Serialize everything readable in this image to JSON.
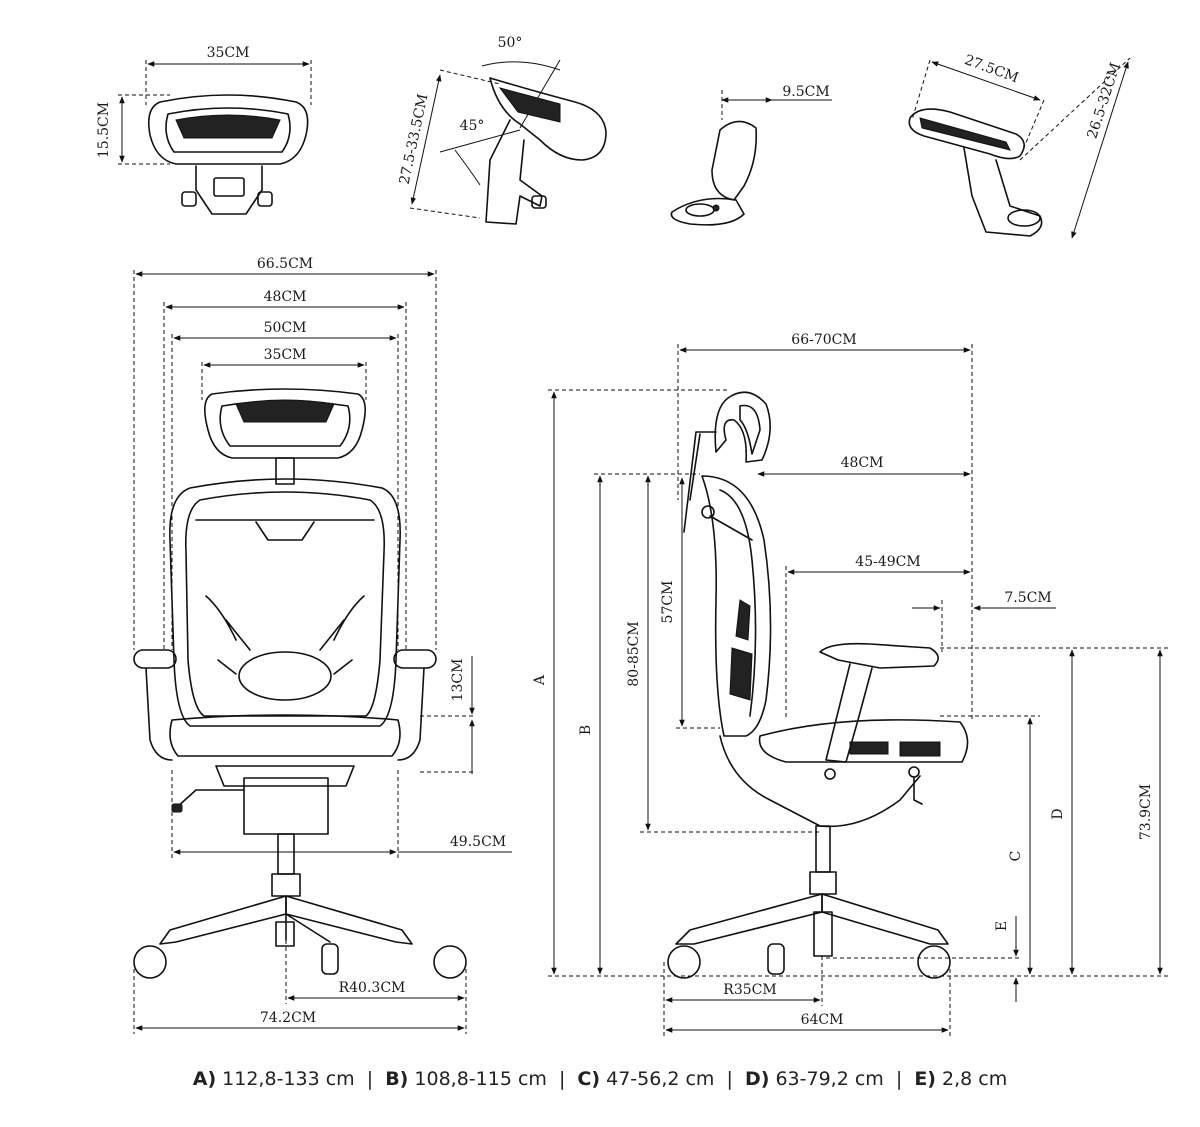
{
  "dimensions": {
    "headrest_width": "35CM",
    "headrest_height": "15.5CM",
    "headrest_angle_top": "50°",
    "headrest_angle_bottom": "45°",
    "headrest_adjust_height": "27.5-33.5CM",
    "lumbar_depth": "9.5CM",
    "armrest_length": "27.5CM",
    "armrest_height_range": "26.5-32CM",
    "front_overall_width": "66.5CM",
    "front_width_48": "48CM",
    "front_width_50": "50CM",
    "front_backrest_width": "35CM",
    "front_arm_to_seat": "13CM",
    "front_seat_width": "49.5CM",
    "front_base_radius": "R40.3CM",
    "front_base_diameter": "74.2CM",
    "side_overall_depth": "66-70CM",
    "side_48": "48CM",
    "side_seat_depth": "45-49CM",
    "side_arm_offset": "7.5CM",
    "side_backrest_height": "57CM",
    "side_back_range": "80-85CM",
    "side_total_height": "73.9CM",
    "side_base_radius": "R35CM",
    "side_base_diameter": "64CM",
    "label_a": "A",
    "label_b": "B",
    "label_c": "C",
    "label_d": "D",
    "label_e": "E"
  },
  "legend": [
    {
      "key": "A)",
      "value": "112,8-133 cm"
    },
    {
      "key": "B)",
      "value": "108,8-115 cm"
    },
    {
      "key": "C)",
      "value": "47-56,2 cm"
    },
    {
      "key": "D)",
      "value": "63-79,2 cm"
    },
    {
      "key": "E)",
      "value": "2,8 cm"
    }
  ],
  "separator": "|"
}
